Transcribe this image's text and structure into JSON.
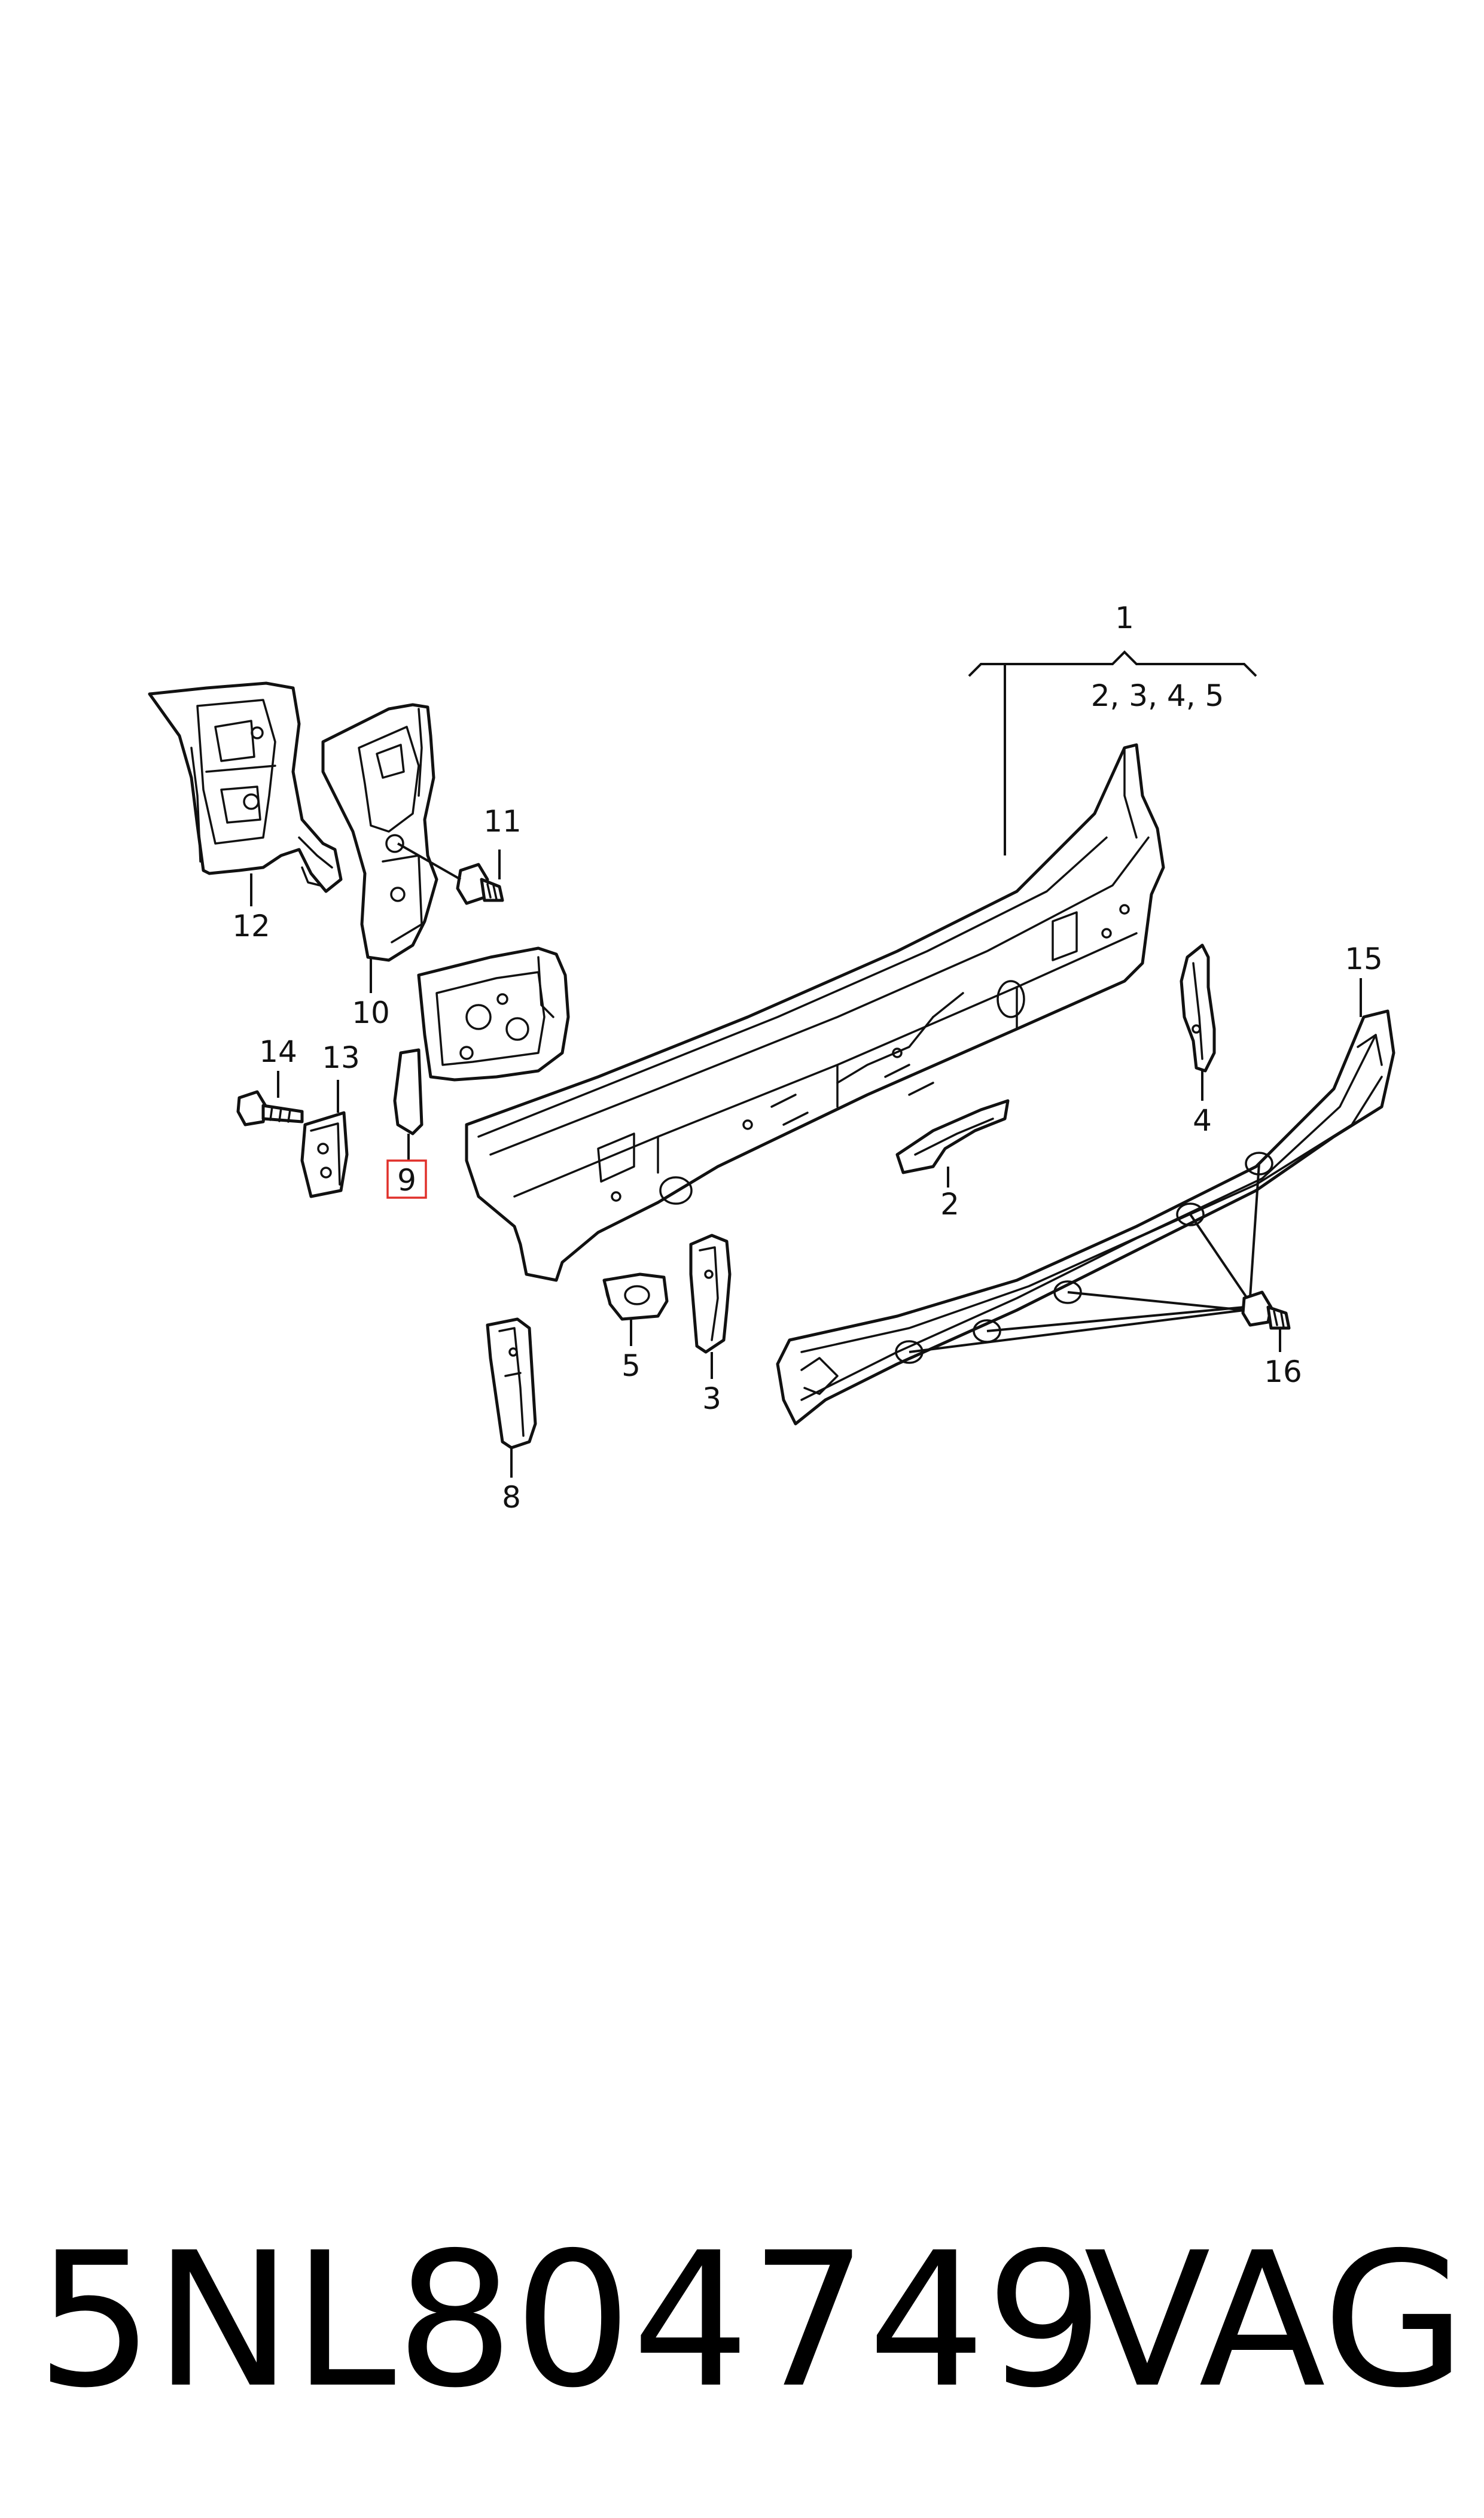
{
  "callouts": {
    "c1": "1",
    "c1_sub": "2, 3, 4, 5",
    "c2": "2",
    "c3": "3",
    "c4": "4",
    "c5": "5",
    "c8": "8",
    "c9": "9",
    "c10": "10",
    "c11": "11",
    "c12": "12",
    "c13": "13",
    "c14": "14",
    "c15": "15",
    "c16": "16"
  },
  "footer": {
    "part_number": "5NL804749",
    "brand": "VAG"
  },
  "colors": {
    "line": "#111111",
    "highlight": "#e0302a",
    "background": "#ffffff"
  }
}
